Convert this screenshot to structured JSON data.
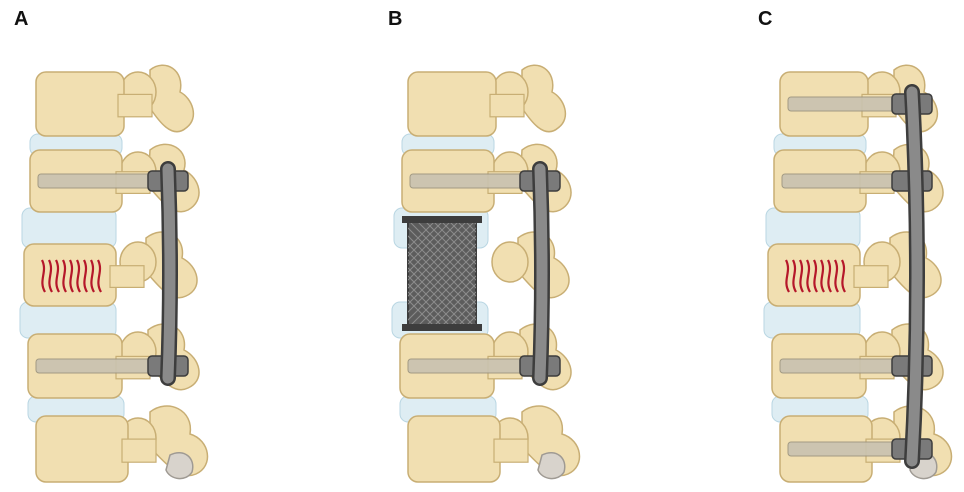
{
  "panels": [
    {
      "label": "A",
      "fracture": true,
      "cage": false,
      "rod_levels": [
        1,
        3
      ]
    },
    {
      "label": "B",
      "fracture": false,
      "cage": true,
      "rod_levels": [
        1,
        3
      ]
    },
    {
      "label": "C",
      "fracture": true,
      "cage": false,
      "rod_levels": [
        0,
        1,
        3,
        4
      ]
    }
  ],
  "colors": {
    "bone": "#f1dfb1",
    "bone_stroke": "#c8ae74",
    "disc": "#deedf3",
    "implant": "#8a8a8a",
    "implant_dark": "#3d3d3d",
    "fracture": "#b5172a"
  }
}
